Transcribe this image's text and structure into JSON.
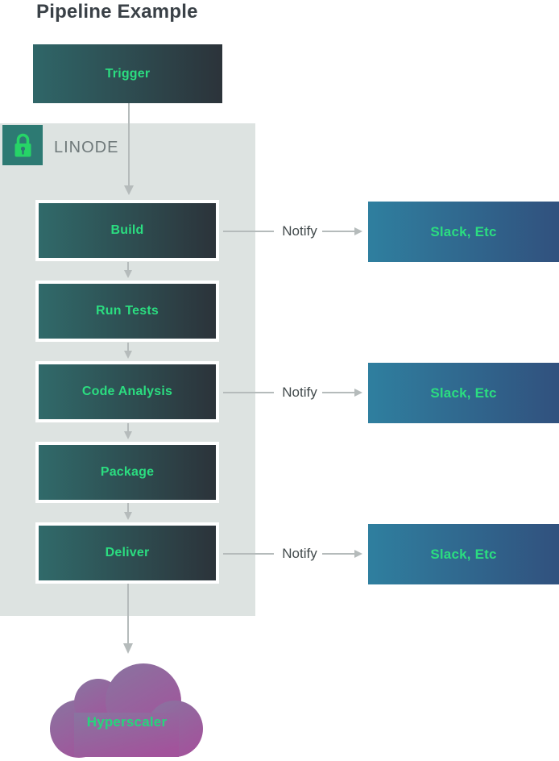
{
  "title": "Pipeline Example",
  "trigger": {
    "label": "Trigger"
  },
  "linode": {
    "label": "LINODE",
    "badge_icon": "lock-icon"
  },
  "pipeline_steps": [
    {
      "label": "Build",
      "has_notify": true
    },
    {
      "label": "Run Tests",
      "has_notify": false
    },
    {
      "label": "Code Analysis",
      "has_notify": true
    },
    {
      "label": "Package",
      "has_notify": false
    },
    {
      "label": "Deliver",
      "has_notify": true
    }
  ],
  "notify_connectors": [
    {
      "label": "Notify"
    },
    {
      "label": "Notify"
    },
    {
      "label": "Notify"
    }
  ],
  "notification_targets": [
    {
      "label": "Slack, Etc"
    },
    {
      "label": "Slack, Etc"
    },
    {
      "label": "Slack, Etc"
    }
  ],
  "cloud": {
    "label": "Hyperscaler"
  },
  "colors": {
    "title_text": "#3a4147",
    "container_bg": "#dde3e1",
    "lock_badge_bg": "#2d7a73",
    "lock_glyph_green": "#26d467",
    "linode_text": "#6f797a",
    "step_gradient_left": "#306a6a",
    "step_gradient_right": "#2c333a",
    "step_border": "#ffffff",
    "target_gradient_left": "#2f7f9f",
    "target_gradient_right": "#31517e",
    "node_label_green": "#2bdd80",
    "notify_text": "#424a4c",
    "arrow_gray": "#b5bbbb",
    "cloud_gradient_top": "#8a73a0",
    "cloud_gradient_bottom": "#a2539b",
    "cloud_label_green": "#27d57c"
  }
}
